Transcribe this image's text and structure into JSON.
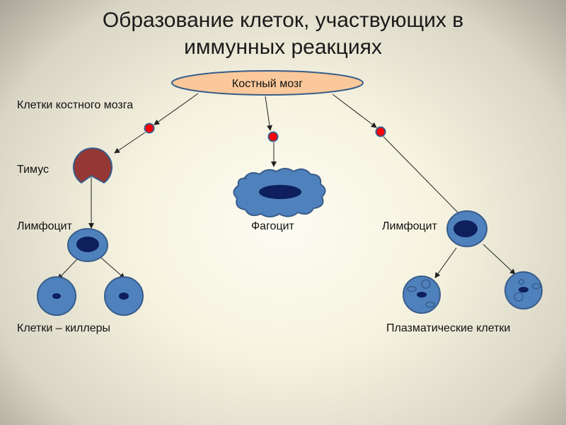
{
  "title": {
    "line1": "Образование клеток, участвующих в",
    "line2": "иммунных реакциях"
  },
  "nodes": {
    "bone_marrow": "Костный мозг",
    "bone_marrow_cells": "Клетки костного мозга",
    "thymus": "Тимус",
    "lymphocyte_left": "Лимфоцит",
    "phagocyte": "Фагоцит",
    "lymphocyte_right": "Лимфоцит",
    "killer_cells": "Клетки – киллеры",
    "plasma_cells": "Плазматические клетки"
  },
  "colors": {
    "ellipse_fill": "#fac89a",
    "cell": "#4f81bd",
    "nucleus": "#0d1f5c",
    "stem_cell": "#ff0000",
    "thymus": "#953735"
  }
}
